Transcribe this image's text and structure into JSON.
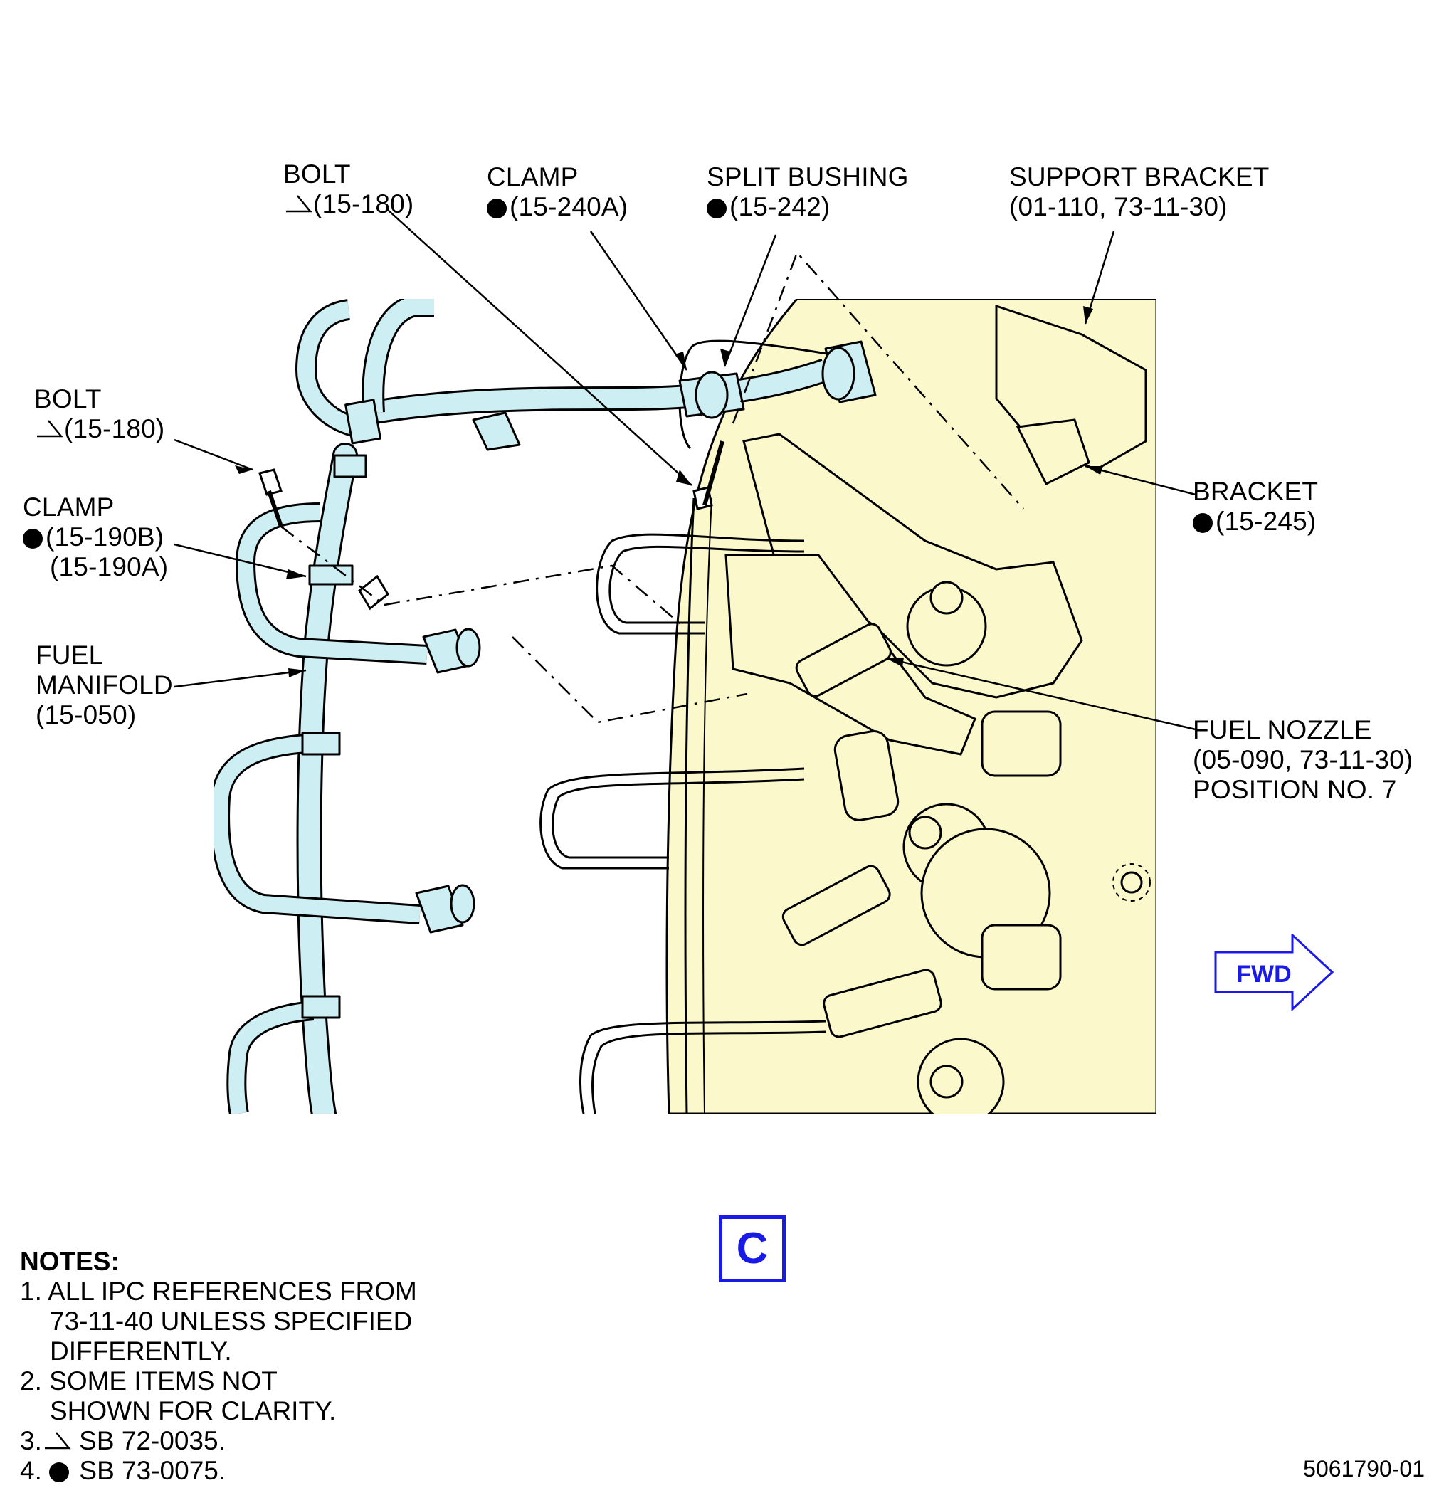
{
  "callouts": {
    "bolt_top": {
      "name": "BOLT",
      "ref": "(15-180)"
    },
    "clamp_top": {
      "name": "CLAMP",
      "ref": "(15-240A)"
    },
    "split_bushing": {
      "name": "SPLIT BUSHING",
      "ref": "(15-242)"
    },
    "support_bracket": {
      "name": "SUPPORT BRACKET",
      "ref": "(01-110, 73-11-30)"
    },
    "bolt_left": {
      "name": "BOLT",
      "ref": "(15-180)"
    },
    "clamp_left": {
      "name": "CLAMP",
      "ref1": "(15-190B)",
      "ref2": "(15-190A)"
    },
    "fuel_manifold": {
      "line1": "FUEL",
      "line2": "MANIFOLD",
      "ref": "(15-050)"
    },
    "bracket": {
      "name": "BRACKET",
      "ref": "(15-245)"
    },
    "fuel_nozzle": {
      "name": "FUEL NOZZLE",
      "ref": "(05-090, 73-11-30)",
      "position": "POSITION NO. 7"
    }
  },
  "view_label": "C",
  "direction_label": "FWD",
  "notes": {
    "heading": "NOTES:",
    "n1_l1": "1. ALL IPC REFERENCES FROM",
    "n1_l2": "73-11-40 UNLESS SPECIFIED",
    "n1_l3": "DIFFERENTLY.",
    "n2_l1": "2. SOME ITEMS NOT",
    "n2_l2": "SHOWN FOR CLARITY.",
    "n3_num": "3.",
    "n3_text": "SB 72-0035.",
    "n4_num": "4.",
    "n4_text": "SB 73-0075."
  },
  "figure_number": "5061790-01",
  "symbols": {
    "triangle": "service-bulletin-triangle-icon",
    "dot": "service-bulletin-dot-icon"
  },
  "colors": {
    "engine_fill": "#fbf8cc",
    "manifold_fill": "#cdeef2",
    "accent_blue": "#1a1ae6",
    "line": "#000000"
  }
}
